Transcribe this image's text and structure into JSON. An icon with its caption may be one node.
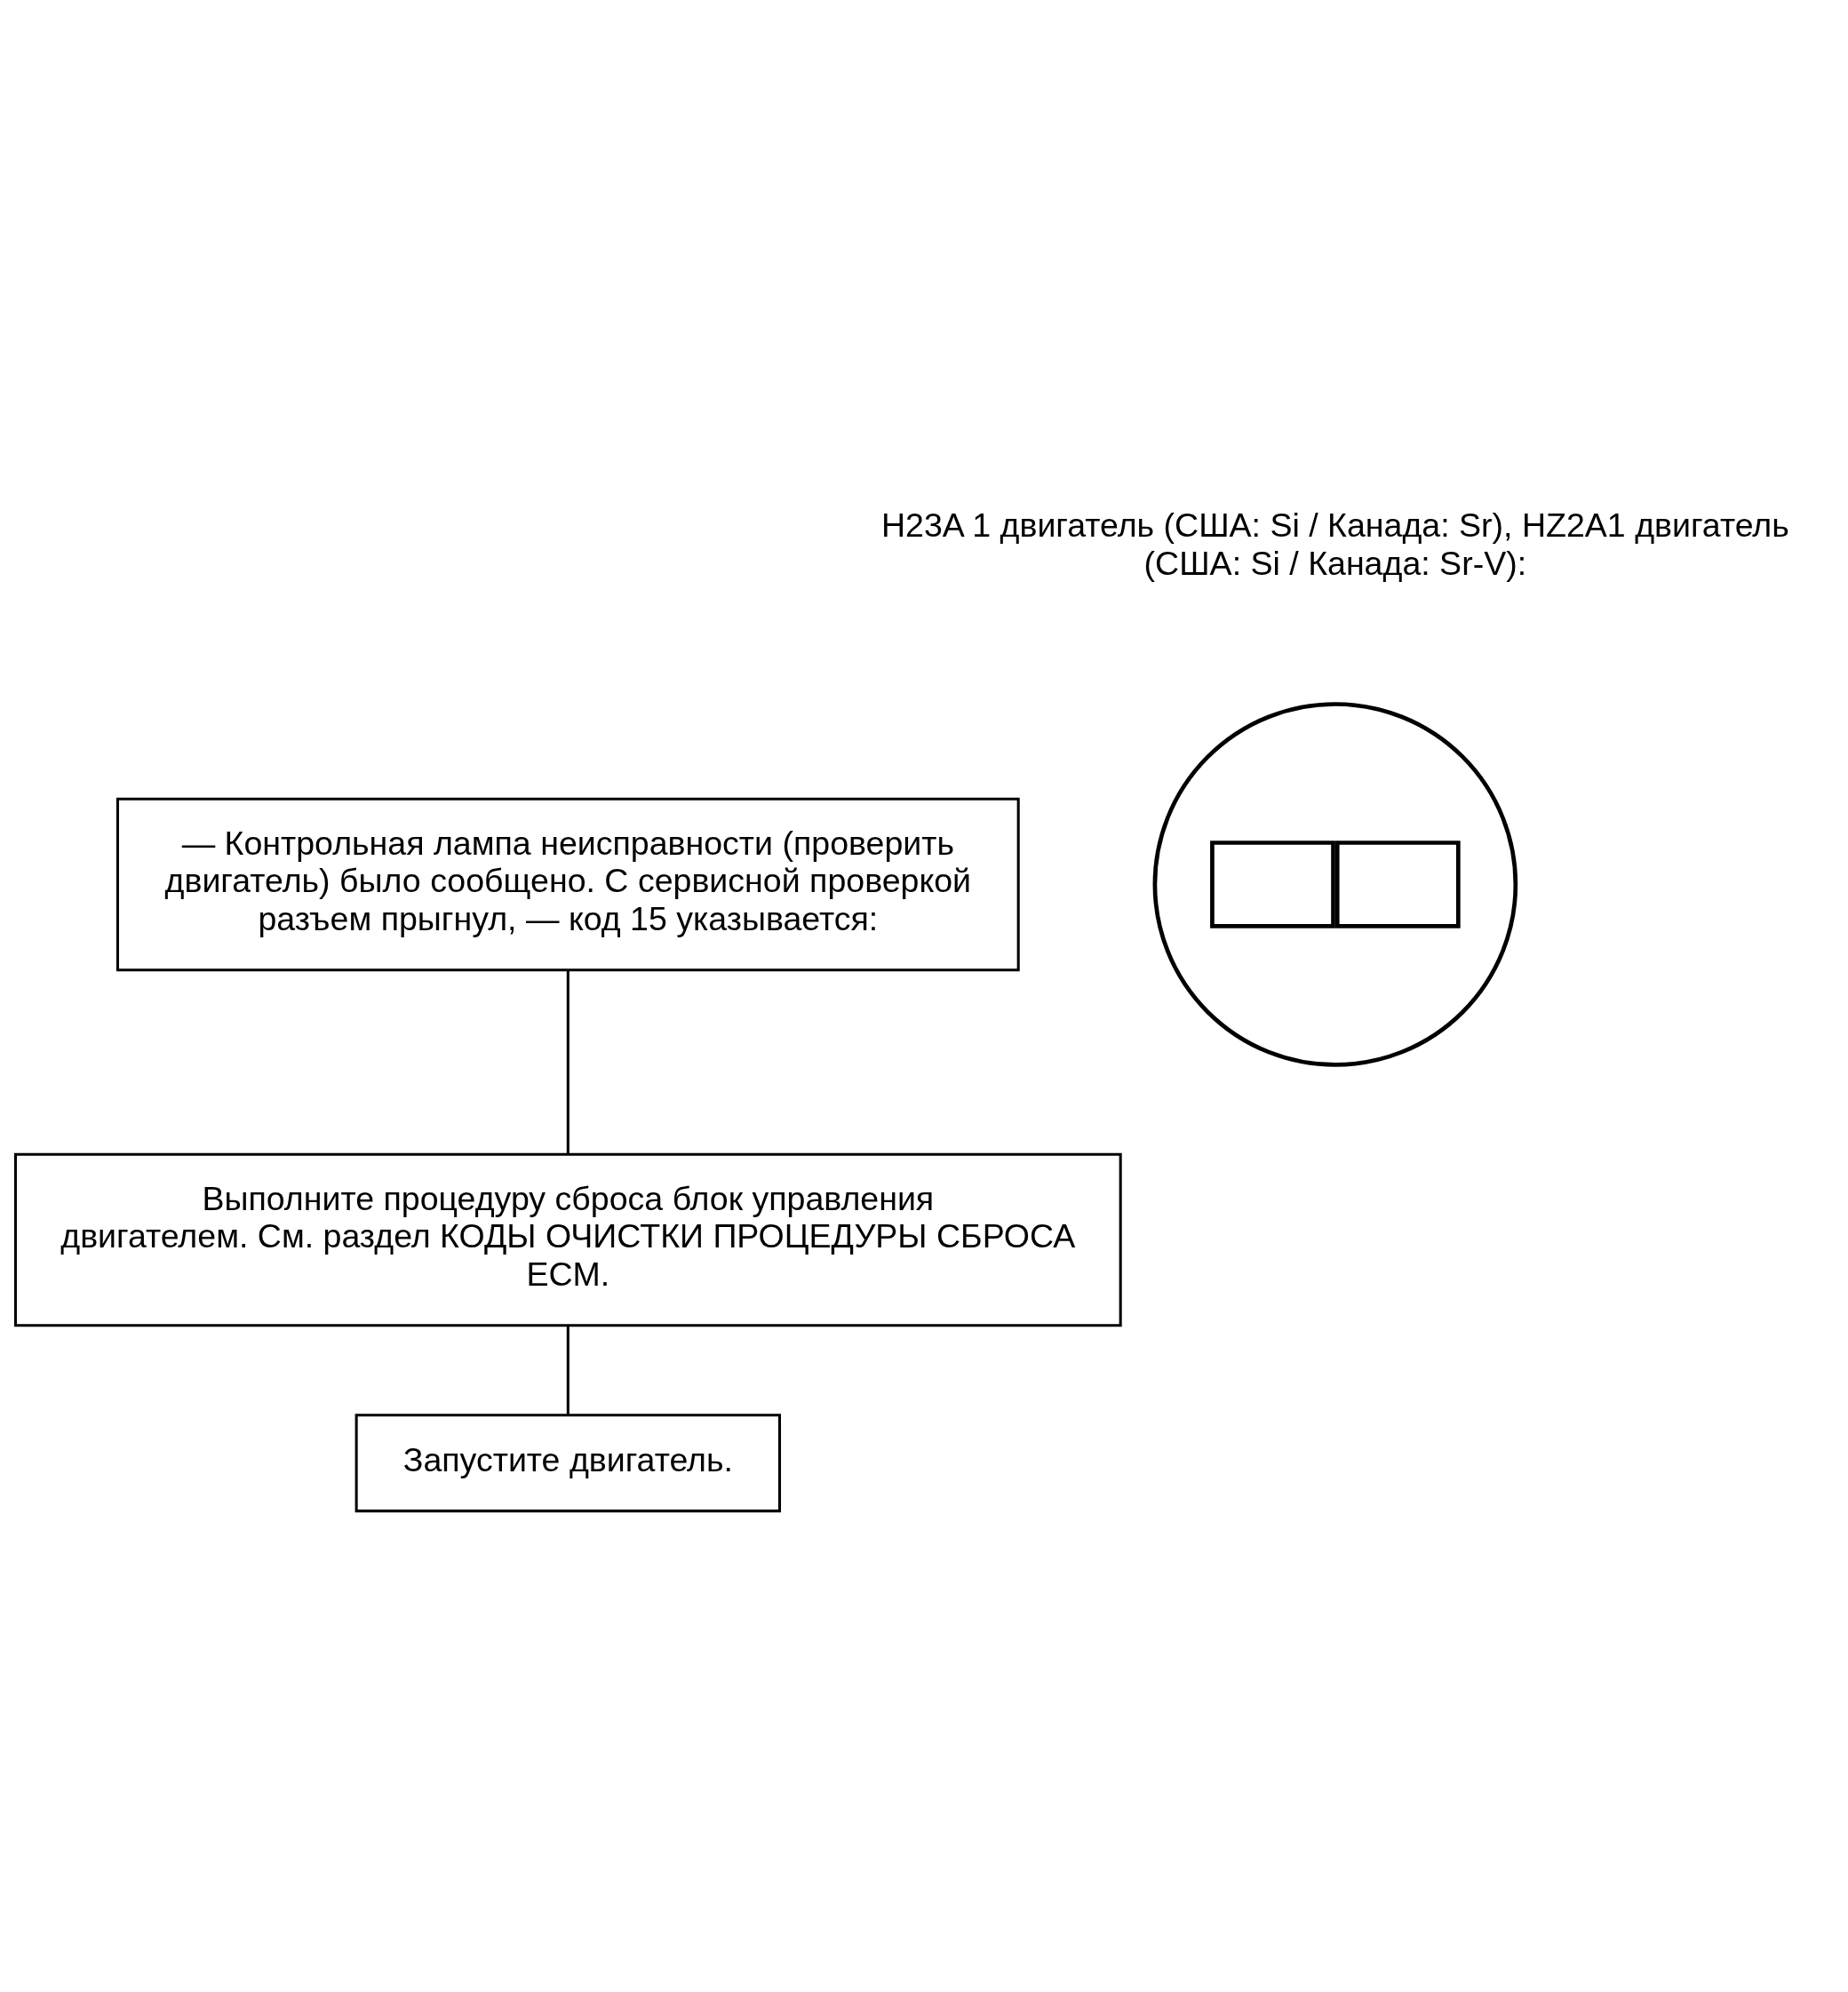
{
  "diagram": {
    "nodes": [
      {
        "text": [
          "— Контрольная лампа неисправности (проверить двигатель) было сообщено. С сервисной проверкой разъем прыгнул, — код 15 указывается:"
        ]
      },
      {
        "text": [
          "Выполните процедуру сброса блок управления двигателем. См. раздел КОДЫ ОЧИСТКИ ПРОЦЕДУРЫ СБРОСА ECM."
        ]
      },
      {
        "text": [
          "Запустите двигатель."
        ]
      },
      {
        "text": [],
        "shape": "circle"
      }
    ],
    "edges": [
      {
        "from": 0,
        "to": 1,
        "arrow": "none"
      },
      {
        "from": 1,
        "to": 2,
        "arrow": "none"
      }
    ],
    "labels": [
      "H23A 1 двигатель (США: Si / Канада: Sr), HZ2A1 двигатель (США: Si / Канада: Sr-V):"
    ]
  }
}
